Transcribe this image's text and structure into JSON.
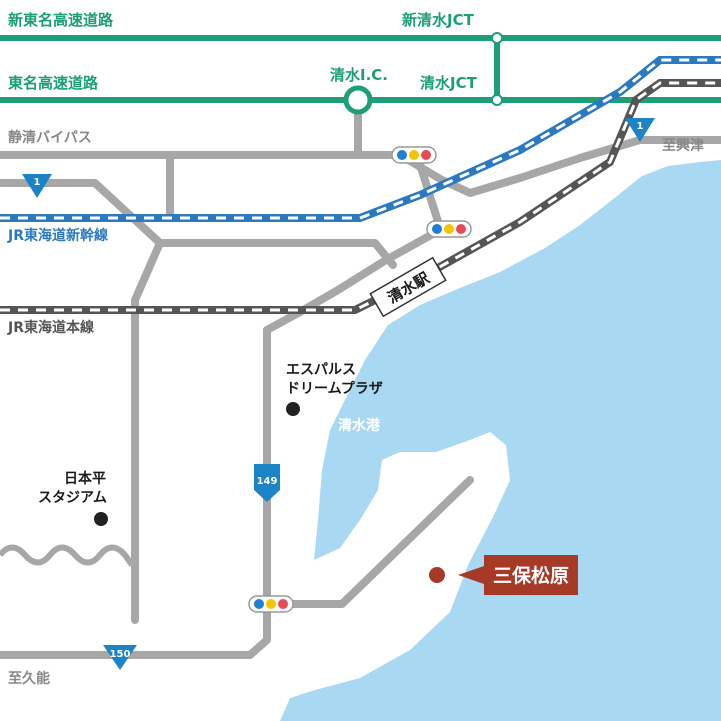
{
  "colors": {
    "sea": "#a9d8f2",
    "expressway": "#1c9e78",
    "road": "#a7a7a7",
    "shinkansen": "#2b7ac0",
    "jr_line": "#555555",
    "route_shield": "#1c84c6",
    "label_text": "#1a1a1a",
    "gray_label": "#888888",
    "blue_label": "#2b7ac0",
    "green_label": "#1c9e78",
    "destination_box": "#a63a26",
    "destination_dot": "#a63a26",
    "poi_dot": "#222222",
    "signal_blue": "#1f7fd0",
    "signal_yellow": "#f5c400",
    "signal_red": "#ea4a55"
  },
  "expressways": {
    "shin_tomei": "新東名高速道路",
    "tomei": "東名高速道路",
    "shin_shimizu_jct": "新清水JCT",
    "shimizu_jct": "清水JCT",
    "shimizu_ic": "清水I.C."
  },
  "roads": {
    "seishin_bypass": "静清バイパス",
    "to_okitsu": "至興津",
    "to_kunou": "至久能"
  },
  "railways": {
    "shinkansen": "JR東海道新幹線",
    "main_line": "JR東海道本線"
  },
  "route_numbers": {
    "r1_west": "1",
    "r1_east": "1",
    "r149": "149",
    "r150": "150"
  },
  "places": {
    "station": "清水駅",
    "harbor": "清水港",
    "espulse_line1": "エスパルス",
    "espulse_line2": "ドリームプラザ",
    "nihondaira_line1": "日本平",
    "nihondaira_line2": "スタジアム"
  },
  "destination": {
    "label": "三保松原"
  },
  "icons": {
    "interchange": "interchange-circle-icon",
    "traffic_signal": "traffic-signal-icon",
    "route_shield": "route-shield-icon",
    "poi": "poi-dot-icon",
    "destination_pointer": "pointer-arrow-icon"
  }
}
